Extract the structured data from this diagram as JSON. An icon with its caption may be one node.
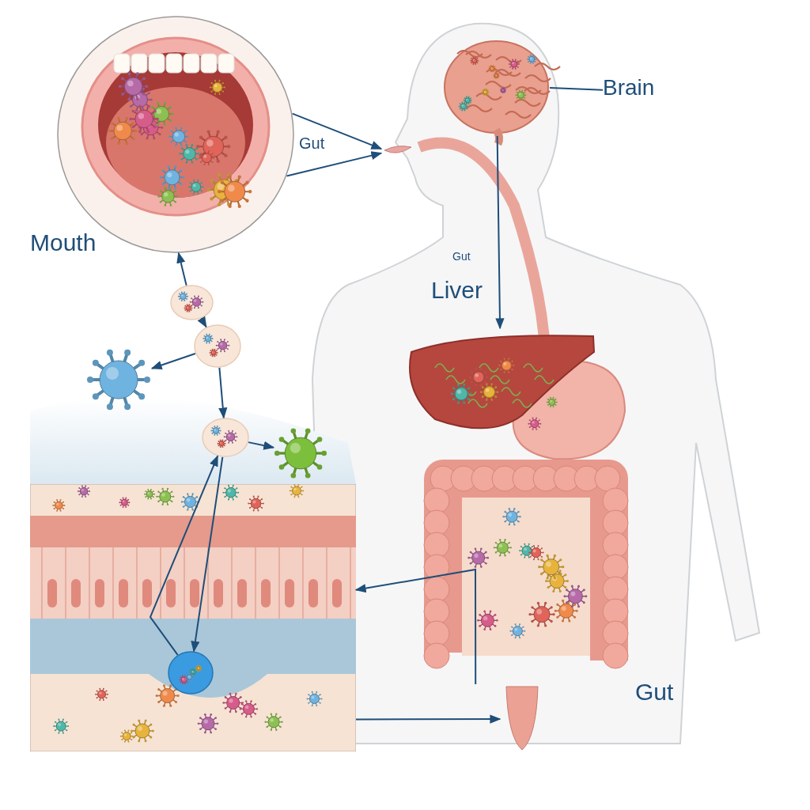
{
  "diagram": {
    "nodes": [
      {
        "text": [],
        "shape": "circle"
      },
      {
        "text": [],
        "shape": "picture"
      },
      {
        "text": [],
        "shape": "picture"
      },
      {
        "text": [
          "Brain"
        ]
      },
      {
        "text": [],
        "shape": "picture"
      },
      {
        "text": [],
        "shape": "circle"
      },
      {
        "text": [],
        "shape": "circle"
      },
      {
        "text": [],
        "shape": "picture"
      },
      {
        "text": [],
        "shape": "circle"
      },
      {
        "text": [],
        "shape": "picture"
      },
      {
        "text": [],
        "shape": "picture"
      },
      {
        "text": [],
        "shape": "circle",
        "in": 10
      },
      {
        "text": [],
        "shape": "picture"
      },
      {
        "text": [],
        "shape": "picture"
      }
    ],
    "edges": [
      {
        "from": 0,
        "to": 1,
        "arrow": "to"
      },
      {
        "from": 0,
        "to": 1,
        "arrow": "to"
      },
      {
        "from": 3,
        "to": 2,
        "arrow": "none"
      },
      {
        "from": 2,
        "to": 4,
        "arrow": "to"
      },
      {
        "from": 5,
        "to": 0,
        "arrow": "to"
      },
      {
        "from": 5,
        "to": 6,
        "arrow": "to"
      },
      {
        "from": 6,
        "to": 7,
        "arrow": "to"
      },
      {
        "from": 6,
        "to": 8,
        "arrow": "to"
      },
      {
        "from": 8,
        "to": 9,
        "arrow": "to"
      },
      {
        "from": 8,
        "to": 11,
        "arrow": "to"
      },
      {
        "from": 11,
        "to": 8,
        "arrow": "to"
      },
      {
        "from": 12,
        "to": 10,
        "arrow": "to"
      },
      {
        "from": 10,
        "to": 13,
        "arrow": "to"
      }
    ],
    "labels": [
      "Gut",
      "Mouth",
      "Gut",
      "Liver",
      "Gut"
    ]
  }
}
